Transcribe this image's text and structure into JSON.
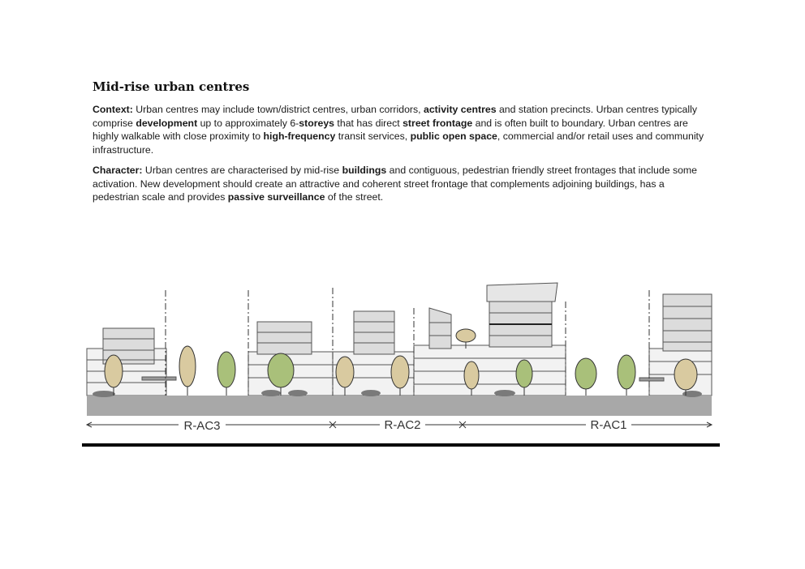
{
  "title": "Mid-rise urban centres",
  "context": {
    "label": "Context:",
    "segments": [
      {
        "t": " Urban centres may include town/district centres, urban corridors, ",
        "b": false
      },
      {
        "t": "activity centres",
        "b": true
      },
      {
        "t": " and station precincts. Urban centres typically comprise ",
        "b": false
      },
      {
        "t": "development",
        "b": true
      },
      {
        "t": " up to approximately 6-",
        "b": false
      },
      {
        "t": "storeys",
        "b": true
      },
      {
        "t": " that has direct ",
        "b": false
      },
      {
        "t": "street frontage",
        "b": true
      },
      {
        "t": " and is often built to boundary. Urban centres are highly walkable with close proximity to ",
        "b": false
      },
      {
        "t": "high-frequency",
        "b": true
      },
      {
        "t": " transit services, ",
        "b": false
      },
      {
        "t": "public open space",
        "b": true
      },
      {
        "t": ", commercial and/or retail uses and community infrastructure.",
        "b": false
      }
    ]
  },
  "character": {
    "label": "Character:",
    "segments": [
      {
        "t": " Urban centres are characterised by mid-rise ",
        "b": false
      },
      {
        "t": "buildings",
        "b": true
      },
      {
        "t": " and contiguous, pedestrian friendly street frontages that include some activation. New development should create an attractive and coherent street frontage that complements adjoining buildings, has a pedestrian scale and provides ",
        "b": false
      },
      {
        "t": "passive surveillance",
        "b": true
      },
      {
        "t": " of the street.",
        "b": false
      }
    ]
  },
  "zones": [
    "R-AC3",
    "R-AC2",
    "R-AC1"
  ],
  "colors": {
    "ground": "#a8a8a8",
    "building_fill": "#f0f0f0",
    "building_upper": "#dcdcdc",
    "tree_tan": "#d9caa0",
    "tree_green": "#a9c07a",
    "rule": "#000000"
  }
}
